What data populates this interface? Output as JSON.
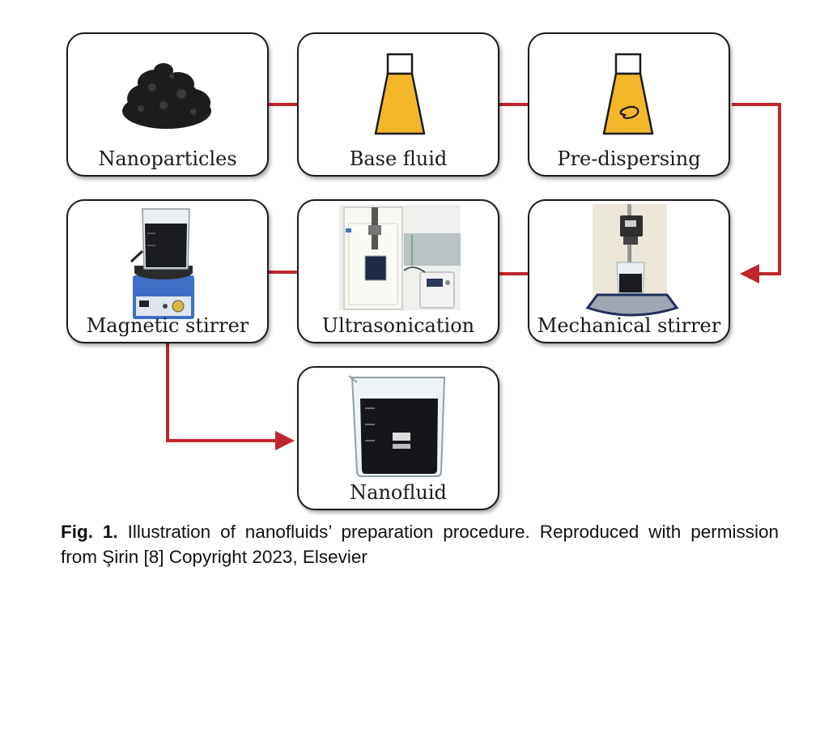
{
  "steps": [
    {
      "id": "nanoparticles",
      "label": "Nanoparticles",
      "icon": "powder-pile-icon"
    },
    {
      "id": "base-fluid",
      "label": "Base fluid",
      "icon": "flask-icon"
    },
    {
      "id": "pre-dispersing",
      "label": "Pre-dispersing",
      "icon": "flask-swirl-icon"
    },
    {
      "id": "magnetic-stirrer",
      "label": "Magnetic stirrer",
      "icon": "magnetic-stirrer-photo-icon"
    },
    {
      "id": "ultrasonication",
      "label": "Ultrasonication",
      "icon": "ultrasonicator-photo-icon"
    },
    {
      "id": "mechanical-stirrer",
      "label": "Mechanical stirrer",
      "icon": "mechanical-stirrer-photo-icon"
    },
    {
      "id": "nanofluid",
      "label": "Nanofluid",
      "icon": "beaker-photo-icon"
    }
  ],
  "flow": [
    [
      "Nanoparticles",
      "Base fluid"
    ],
    [
      "Base fluid",
      "Pre-dispersing"
    ],
    [
      "Pre-dispersing",
      "Mechanical stirrer"
    ],
    [
      "Mechanical stirrer",
      "Ultrasonication"
    ],
    [
      "Ultrasonication",
      "Magnetic stirrer"
    ],
    [
      "Magnetic stirrer",
      "Nanofluid"
    ]
  ],
  "colors": {
    "arrow": "#c0262b",
    "fluid": "#f3b72a",
    "box_border": "#1a1a1a"
  },
  "caption": {
    "prefix": "Fig. 1.",
    "text": " Illustration of nanofluids’ preparation procedure. Reproduced with permission from Şirin [8] Copyright 2023, Elsevier"
  }
}
